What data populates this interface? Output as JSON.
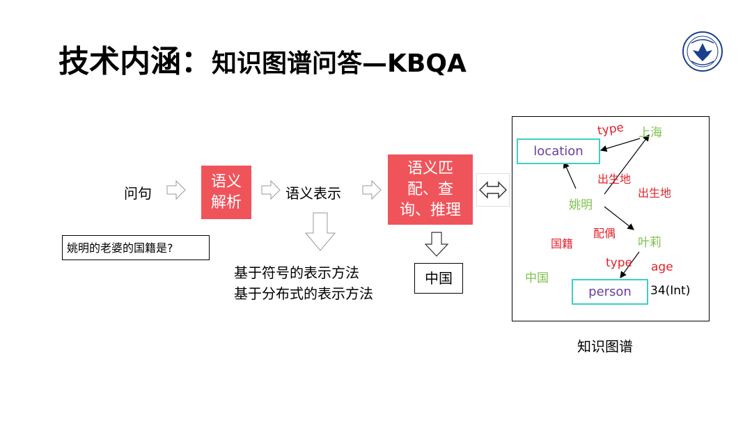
{
  "slide": {
    "title_main": "技术内涵：",
    "title_sub": "知识图谱问答—KBQA",
    "logo_icon": "zhejiang-university-logo",
    "colors": {
      "accent_red": "#f0545b",
      "node_border": "#3ccfc7",
      "relation_red": "#e6202a",
      "entity_green": "#7dc14a",
      "class_purple": "#6a3ea1"
    }
  },
  "pipeline": {
    "question_label": "问句",
    "parse_box": [
      "语义",
      "解析"
    ],
    "representation_label": "语义表示",
    "match_box": [
      "语义匹",
      "配、查",
      "询、推理"
    ],
    "example_question": "姚明的老婆的国籍是?",
    "methods": [
      "基于符号的表示方法",
      "基于分布式的表示方法"
    ],
    "answer": "中国"
  },
  "kg": {
    "caption": "知识图谱",
    "nodes": {
      "location": "location",
      "person": "person"
    },
    "entities": {
      "shanghai": "上海",
      "yaoming": "姚明",
      "yeli": "叶莉",
      "china": "中国",
      "age_value": "34(Int)"
    },
    "relations": {
      "type_top": "type",
      "birthplace_1": "出生地",
      "birthplace_2": "出生地",
      "spouse": "配偶",
      "nationality": "国籍",
      "type_bottom": "type",
      "age": "age"
    }
  }
}
